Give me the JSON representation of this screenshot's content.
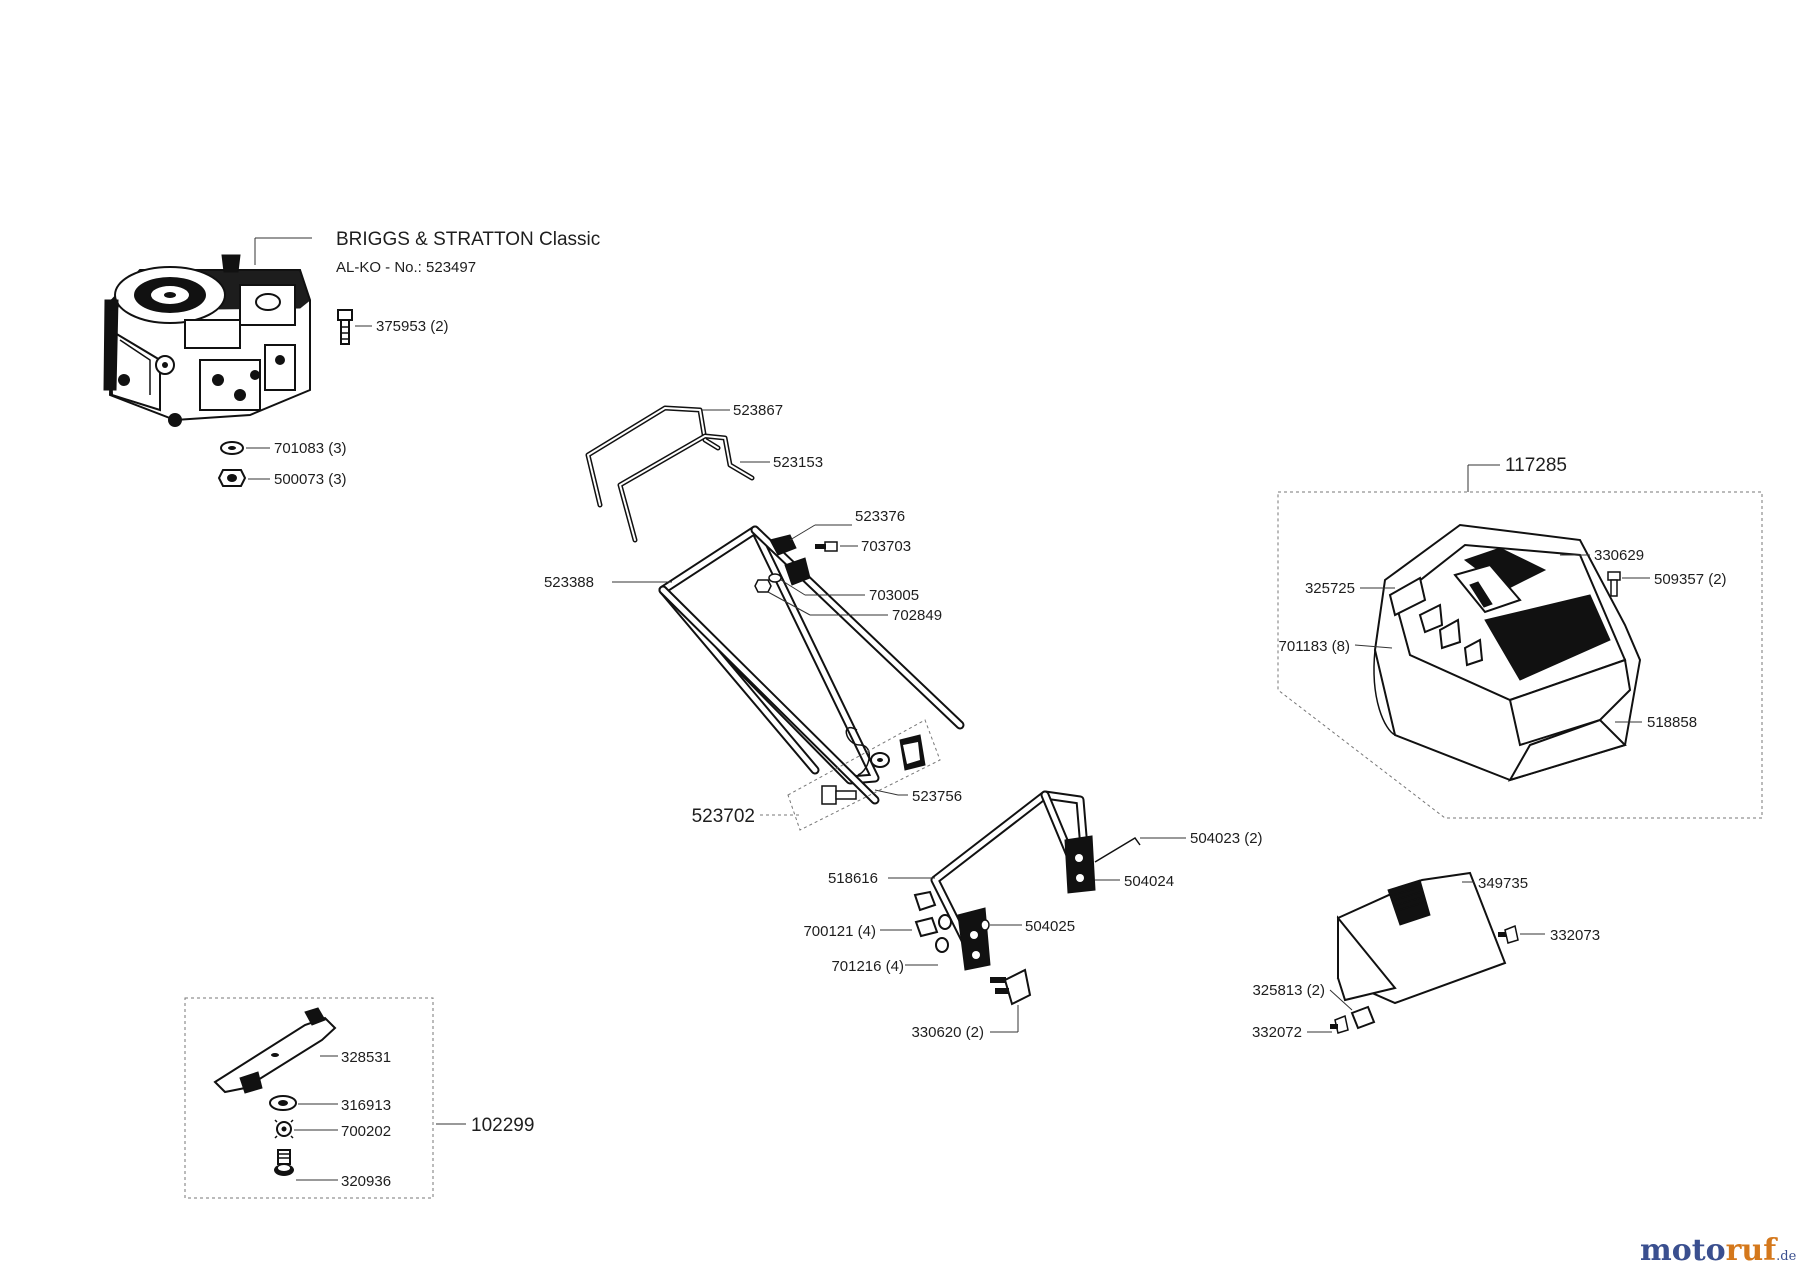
{
  "engine": {
    "title": "BRIGGS & STRATTON Classic",
    "subtitle": "AL-KO - No.: 523497"
  },
  "parts": {
    "p375953": "375953 (2)",
    "p701083": "701083 (3)",
    "p500073": "500073 (3)",
    "p523867": "523867",
    "p523153": "523153",
    "p523376": "523376",
    "p703703": "703703",
    "p523388": "523388",
    "p703005": "703005",
    "p702849": "702849",
    "p523756": "523756",
    "p523702": "523702",
    "p518616": "518616",
    "p504023": "504023 (2)",
    "p504024": "504024",
    "p700121": "700121 (4)",
    "p504025": "504025",
    "p701216": "701216 (4)",
    "p330620": "330620 (2)",
    "p117285": "117285",
    "p330629": "330629",
    "p325725": "325725",
    "p509357": "509357 (2)",
    "p701183": "701183 (8)",
    "p518858": "518858",
    "p349735": "349735",
    "p332073": "332073",
    "p325813": "325813 (2)",
    "p332072": "332072",
    "p328531": "328531",
    "p316913": "316913",
    "p700202": "700202",
    "p320936": "320936",
    "p102299": "102299"
  },
  "logo": {
    "part_a": "moto",
    "part_b": "ruf",
    "part_c": ".de"
  }
}
